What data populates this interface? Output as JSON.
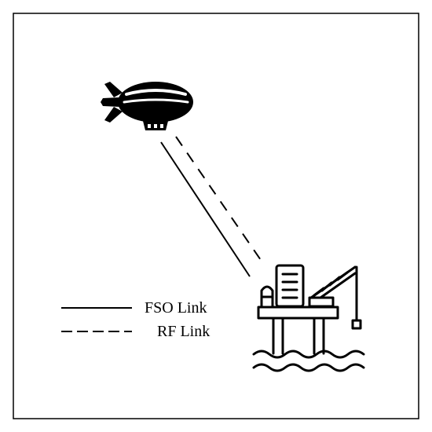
{
  "diagram": {
    "nodes": [
      {
        "id": "airship",
        "icon": "airship-icon"
      },
      {
        "id": "platform",
        "icon": "offshore-platform-icon"
      }
    ],
    "links": [
      {
        "from": "airship",
        "to": "platform",
        "kind": "FSO",
        "style": "solid"
      },
      {
        "from": "airship",
        "to": "platform",
        "kind": "RF",
        "style": "dashed"
      }
    ],
    "legend": {
      "items": [
        {
          "label": "FSO Link",
          "style": "solid"
        },
        {
          "label": "RF Link",
          "style": "dashed"
        }
      ]
    }
  },
  "colors": {
    "stroke": "#000000",
    "background": "#ffffff"
  }
}
